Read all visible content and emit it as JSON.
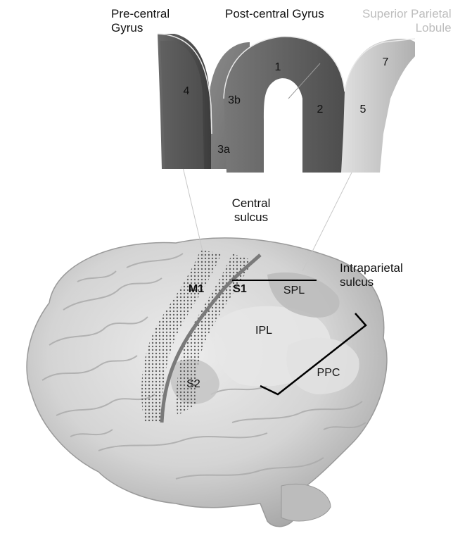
{
  "header_labels": {
    "precentral": "Pre-central\nGyrus",
    "postcentral": "Post-central Gyrus",
    "superior_parietal": "Superior Parietal\nLobule"
  },
  "area_numbers": [
    "4",
    "3b",
    "1",
    "2",
    "5",
    "7",
    "3a"
  ],
  "brain_labels": {
    "central_sulcus": "Central\nsulcus",
    "intraparietal_sulcus": "Intraparietal\nsulcus",
    "m1": "M1",
    "s1": "S1",
    "spl": "SPL",
    "ipl": "IPL",
    "s2": "S2",
    "ppc": "PPC"
  },
  "colors": {
    "area4": "#4a4a4a",
    "area3": "#7a7a7a",
    "area12": "#5c5c5c",
    "area57": "#c8c8c8",
    "brain": "#d9d9d9",
    "brain_shadow": "#a9a9a9"
  }
}
